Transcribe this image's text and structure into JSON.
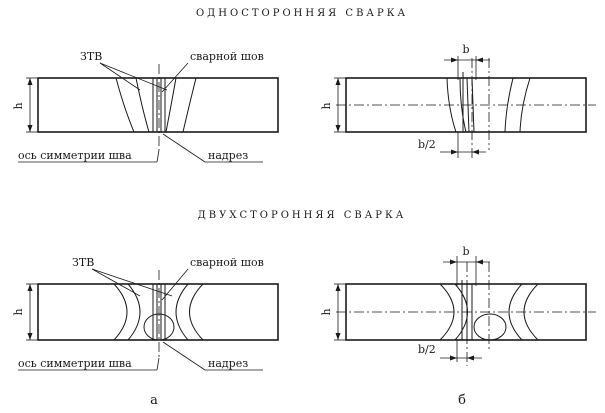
{
  "titles": {
    "one_sided": "ОДНОСТОРОННЯЯ СВАРКА",
    "two_sided": "ДВУХСТОРОННЯЯ СВАРКА"
  },
  "labels": {
    "haz": "ЗТВ",
    "weld_seam": "сварной шов",
    "symmetry_axis": "ось симметрии шва",
    "notch": "надрез",
    "height": "h",
    "width": "b",
    "half_width": "b/2"
  },
  "captions": {
    "left": "а",
    "right": "б"
  }
}
